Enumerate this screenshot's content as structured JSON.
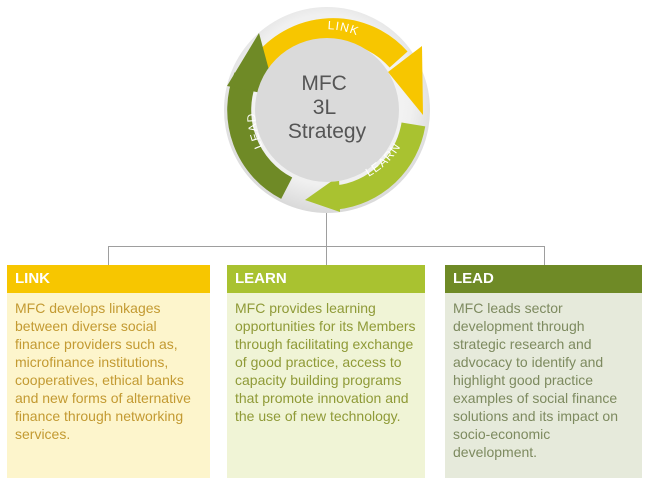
{
  "diagram": {
    "center_title_lines": [
      "MFC",
      "3L",
      "Strategy"
    ],
    "cycle_labels": {
      "link": "LINK",
      "learn": "LEARN",
      "lead": "LEAD"
    }
  },
  "boxes": [
    {
      "id": "link",
      "title": "LINK",
      "text": "MFC develops linkages between diverse social finance providers such as, microfinance institutions, cooperatives, ethical banks and new forms of alternative finance through networking services.",
      "header_color": "#f7c600",
      "body_color": "#fdf5cc"
    },
    {
      "id": "learn",
      "title": "LEARN",
      "text": "MFC provides learning opportunities for its Members through facilitating exchange of good practice, access to capacity building programs that promote innovation and the use of new technology.",
      "header_color": "#a9c230",
      "body_color": "#f0f4d6"
    },
    {
      "id": "lead",
      "title": "LEAD",
      "text": "MFC leads sector development through strategic research and advocacy to identify and highlight good practice examples of social finance solutions and its impact on socio-economic development.",
      "header_color": "#6f8a26",
      "body_color": "#e6eadb"
    }
  ]
}
